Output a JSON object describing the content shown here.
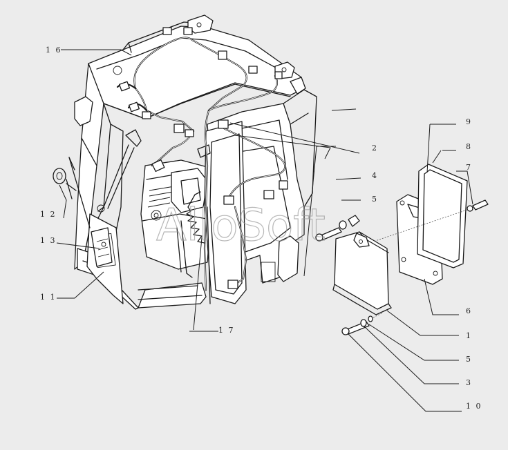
{
  "watermark": "AlloSoft",
  "callouts": [
    {
      "id": "c16",
      "label": "1 6"
    },
    {
      "id": "c2",
      "label": "2"
    },
    {
      "id": "c4",
      "label": "4"
    },
    {
      "id": "c5a",
      "label": "5"
    },
    {
      "id": "c9",
      "label": "9"
    },
    {
      "id": "c8",
      "label": "8"
    },
    {
      "id": "c7",
      "label": "7"
    },
    {
      "id": "c12",
      "label": "1 2"
    },
    {
      "id": "c13",
      "label": "1 3"
    },
    {
      "id": "c11",
      "label": "1 1"
    },
    {
      "id": "c6",
      "label": "6"
    },
    {
      "id": "c17",
      "label": "1 7"
    },
    {
      "id": "c1",
      "label": "1"
    },
    {
      "id": "c5b",
      "label": "5"
    },
    {
      "id": "c3",
      "label": "3"
    },
    {
      "id": "c10",
      "label": "1 0"
    }
  ]
}
